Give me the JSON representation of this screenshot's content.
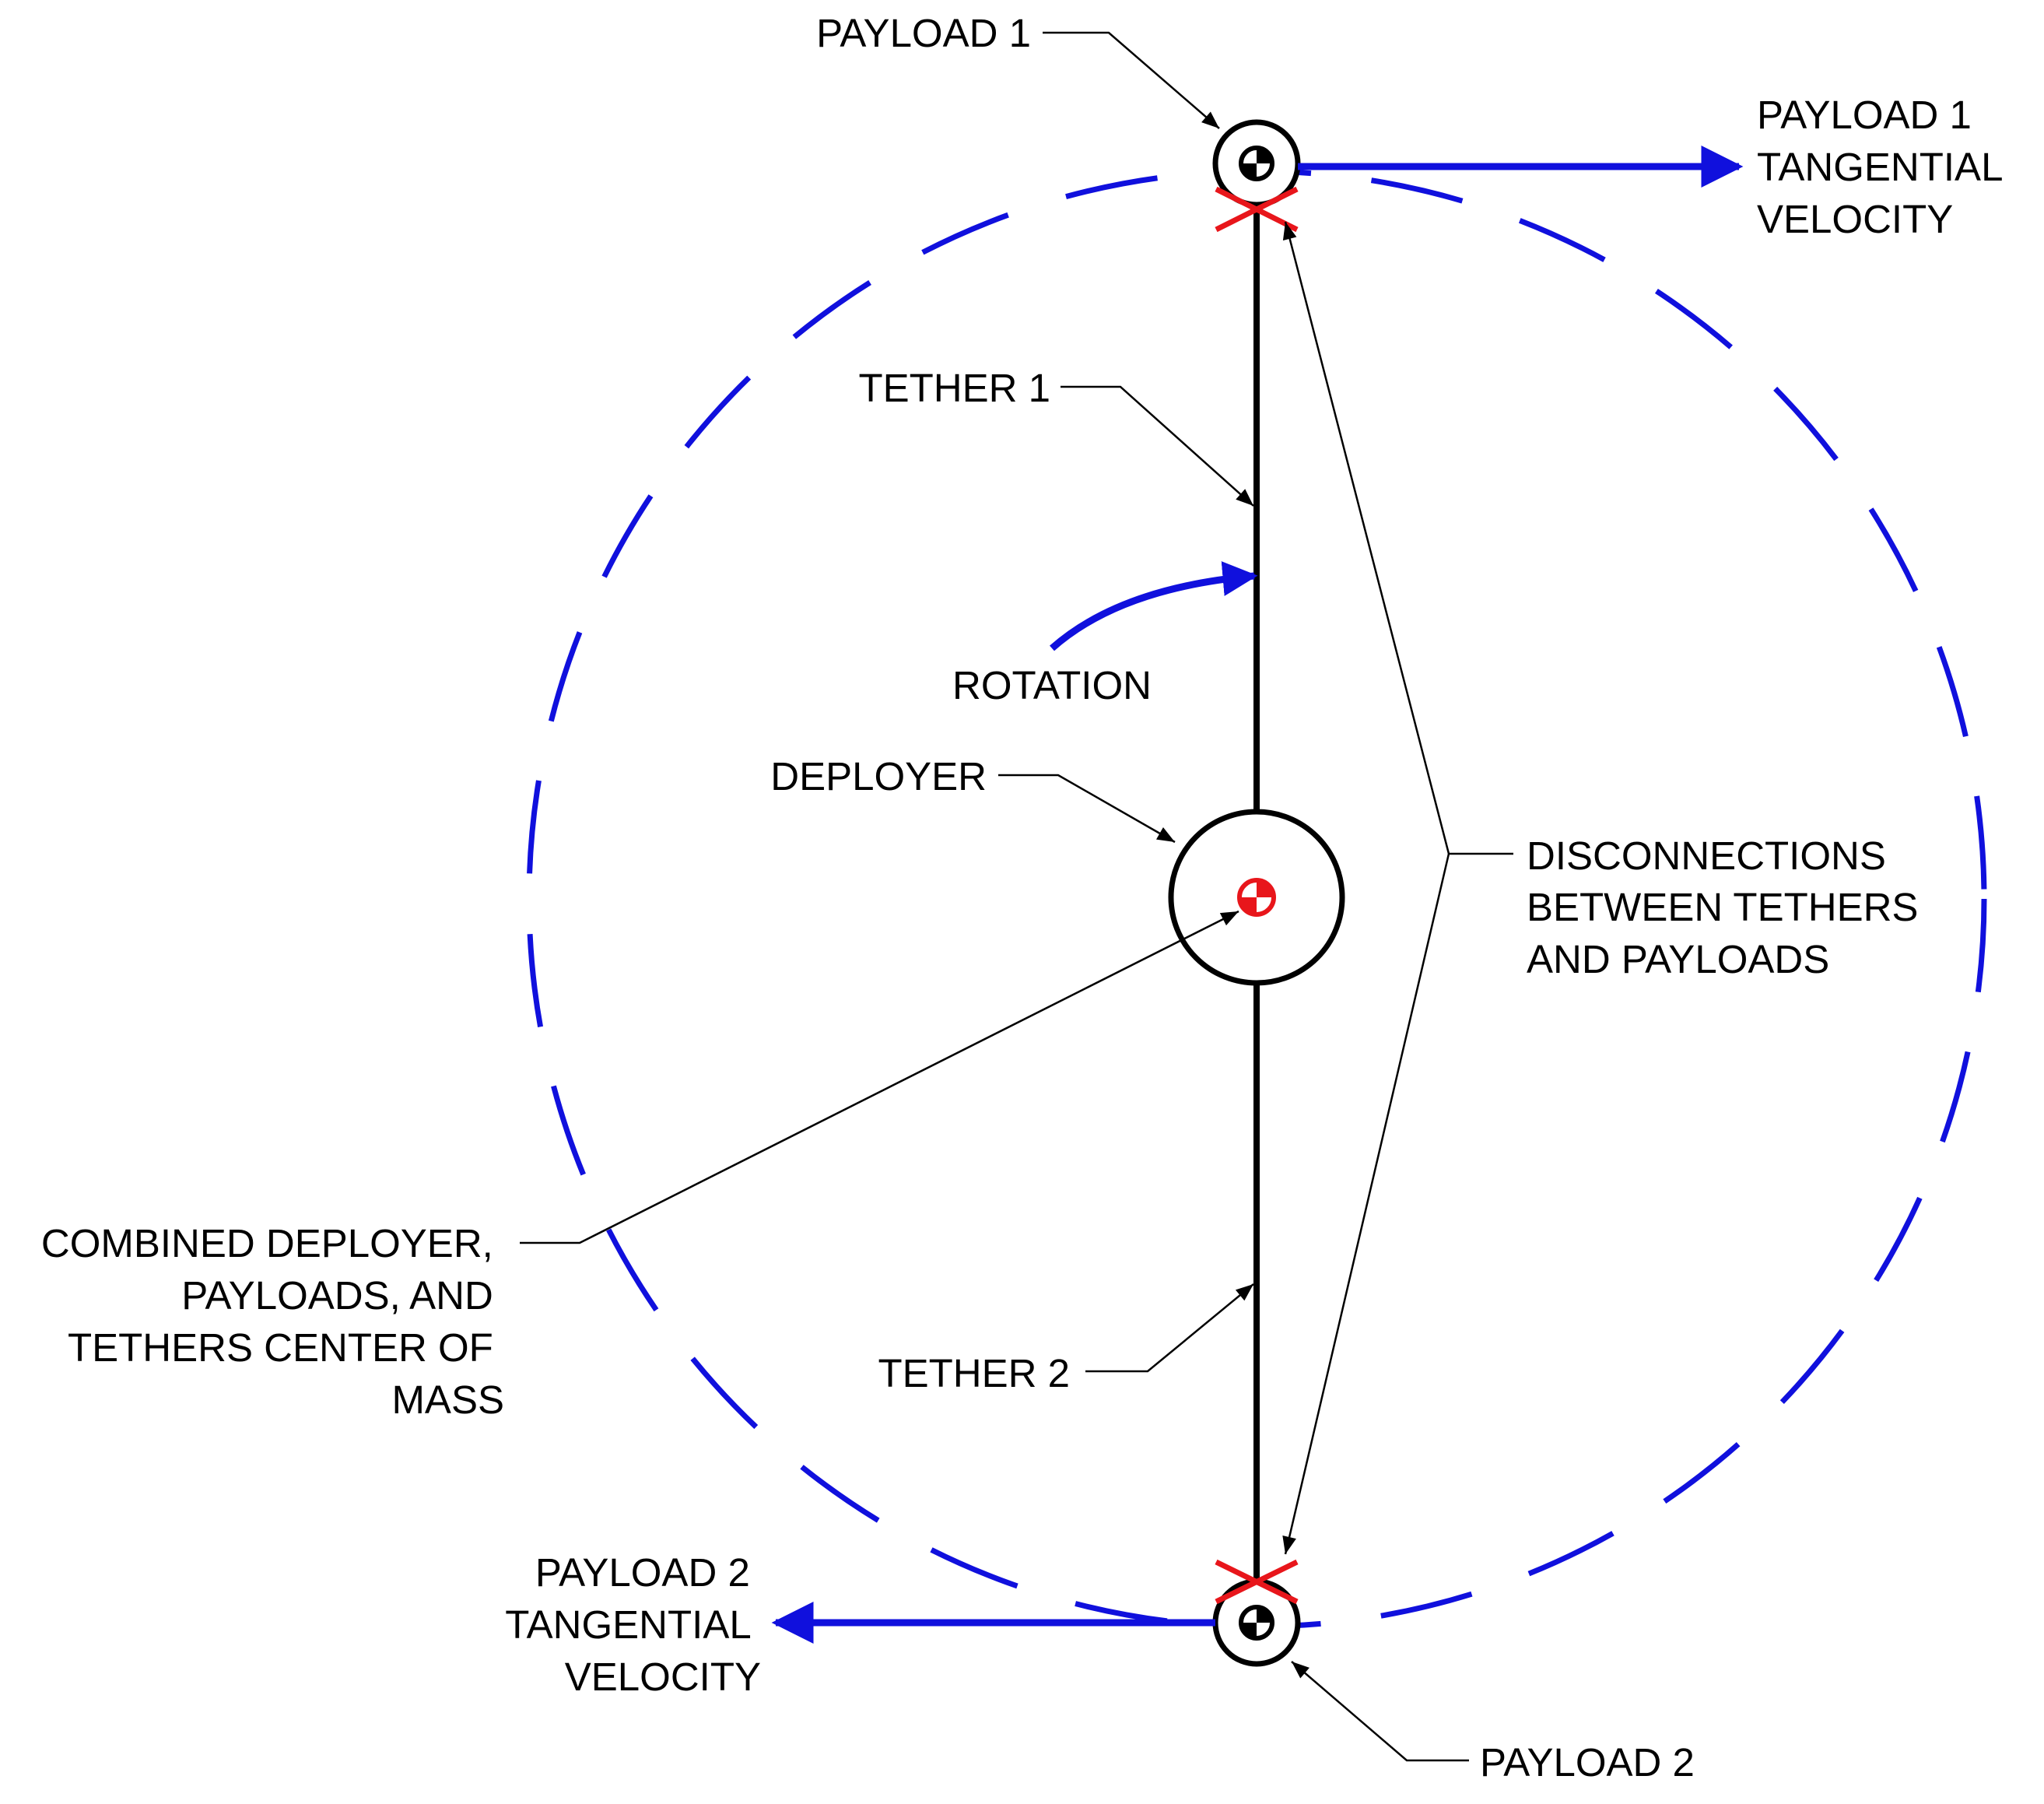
{
  "labels": {
    "payload1": "PAYLOAD 1",
    "payload1_velocity": [
      "PAYLOAD 1",
      "TANGENTIAL",
      "VELOCITY"
    ],
    "tether1": "TETHER 1",
    "rotation": "ROTATION",
    "deployer": "DEPLOYER",
    "disconnections": [
      "DISCONNECTIONS",
      "BETWEEN TETHERS",
      "AND PAYLOADS"
    ],
    "center_of_mass": [
      "COMBINED DEPLOYER,",
      "PAYLOADS, AND",
      "TETHERS CENTER OF",
      "MASS"
    ],
    "tether2": "TETHER 2",
    "payload2_velocity": [
      "PAYLOAD 2",
      "TANGENTIAL",
      "VELOCITY"
    ],
    "payload2": "PAYLOAD 2"
  },
  "colors": {
    "orbit": "#1010dd",
    "velocity_arrow": "#1010dd",
    "disconnection_marker": "#e8161b",
    "center_of_mass_marker": "#e8161b",
    "structure": "#000000"
  }
}
